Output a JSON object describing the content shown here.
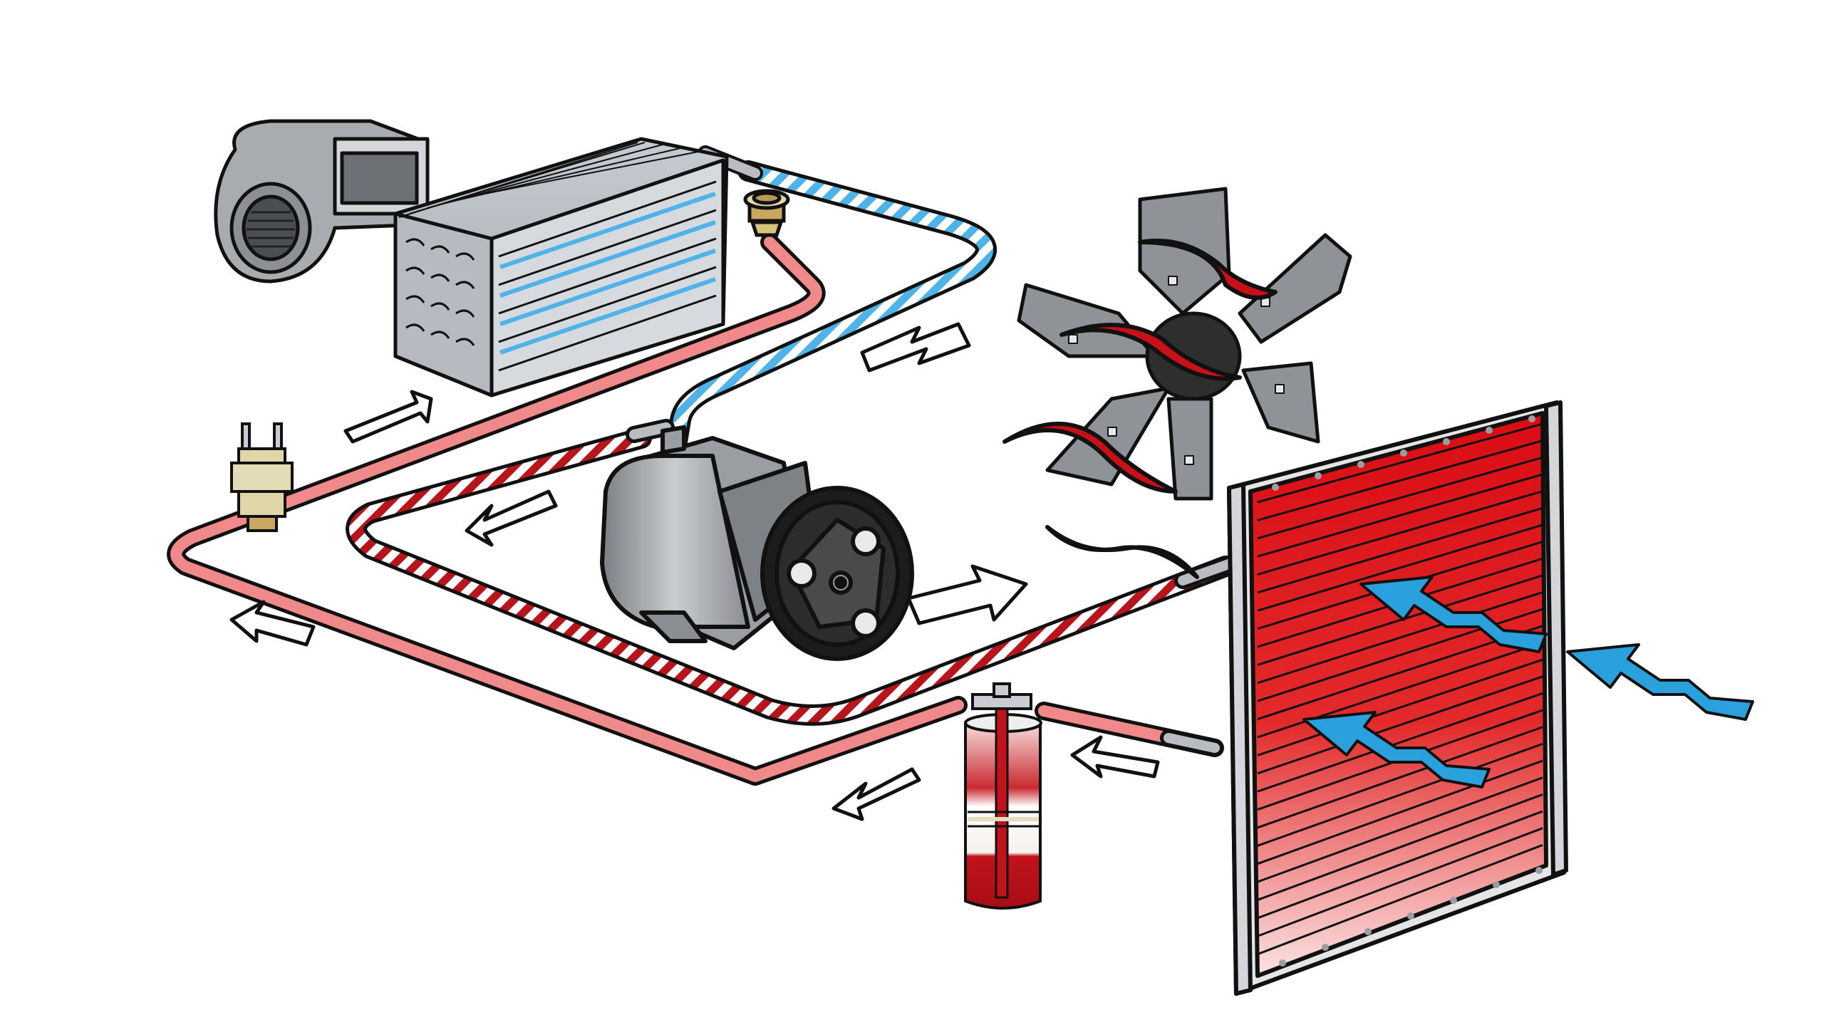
{
  "diagram": {
    "kind": "automotive air conditioning refrigerant circuit",
    "components": [
      {
        "id": "blower",
        "name": "blower-fan"
      },
      {
        "id": "evaporator",
        "name": "evaporator-core"
      },
      {
        "id": "expansion_valve",
        "name": "expansion-valve"
      },
      {
        "id": "pressure_switch",
        "name": "pressure-switch"
      },
      {
        "id": "compressor",
        "name": "compressor"
      },
      {
        "id": "cooling_fan",
        "name": "cooling-fan"
      },
      {
        "id": "condenser",
        "name": "condenser"
      },
      {
        "id": "receiver_drier",
        "name": "receiver-drier"
      }
    ],
    "lines": [
      {
        "name": "low-pressure-vapor-line",
        "pattern": "blue-white-striped"
      },
      {
        "name": "high-pressure-liquid-line",
        "pattern": "pink-solid"
      },
      {
        "name": "high-pressure-vapor-line",
        "pattern": "red-white-striped"
      }
    ],
    "flow_arrow_count": 7,
    "airflow_arrow_count": 3,
    "colors": {
      "low_pressure": "#4fb3e8",
      "high_liquid": "#f08a8a",
      "high_vapor": "#b8141c",
      "condenser_fill": "#d90d14",
      "airflow": "#2aa0dc",
      "metal_gray": "#9a9da1",
      "outline": "#111111"
    }
  }
}
